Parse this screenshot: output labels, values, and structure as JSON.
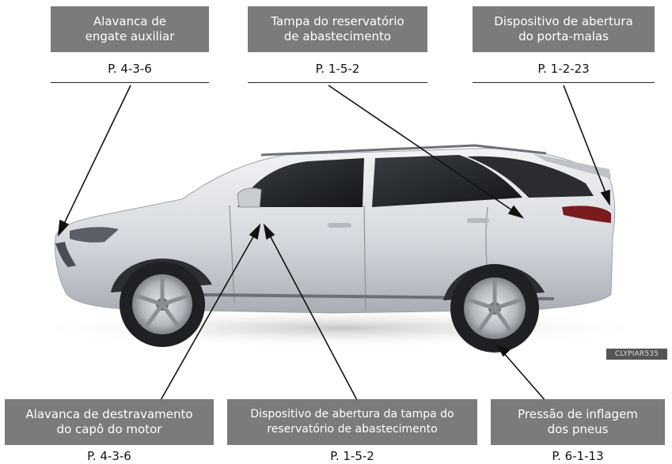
{
  "callouts_top": [
    {
      "lines": [
        "Alavanca de",
        "engate auxiliar"
      ],
      "page": "P. 4-3-6"
    },
    {
      "lines": [
        "Tampa do reservatório",
        "de abastecimento"
      ],
      "page": "P. 1-5-2"
    },
    {
      "lines": [
        "Dispositivo de abertura",
        "do porta-malas"
      ],
      "page": "P. 1-2-23"
    }
  ],
  "callouts_bottom": [
    {
      "lines": [
        "Alavanca de destravamento",
        "do capô do motor"
      ],
      "page": "P. 4-3-6"
    },
    {
      "lines": [
        "Dispositivo de abertura da tampa do",
        "reservatório de abastecimento"
      ],
      "page": "P. 1-5-2"
    },
    {
      "lines": [
        "Pressão de inflagem",
        "dos pneus"
      ],
      "page": "P. 6-1-13"
    }
  ],
  "image_code": "CLYPIAR535",
  "colors": {
    "label_bg": "#7b7b7b",
    "label_text": "#ffffff",
    "car_body": "#d9dce0"
  }
}
